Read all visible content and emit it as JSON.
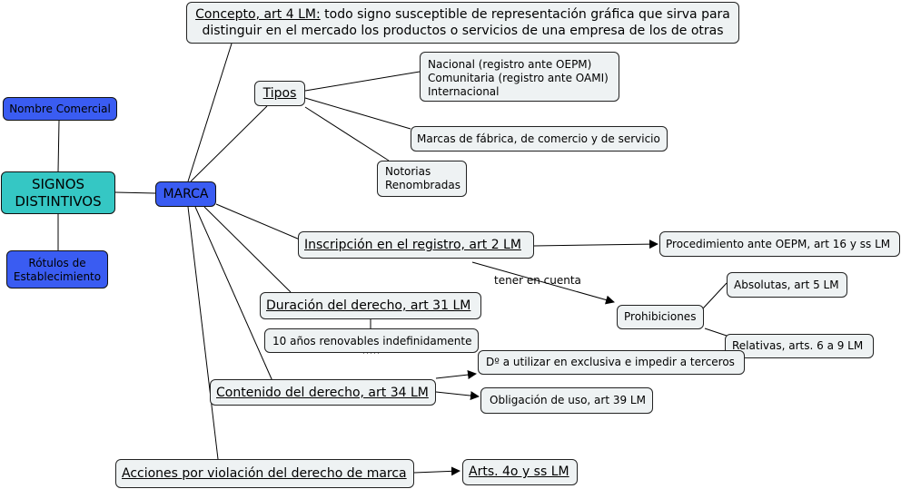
{
  "nodes": {
    "concepto": {
      "title": "Concepto, art 4 LM:",
      "text1": "todo signo susceptible de representación gráfica que sirva para",
      "text2": "distinguir en el mercado los productos o servicios de una empresa de los de otras"
    },
    "tipos": "Tipos",
    "tipos_geo": [
      "Nacional (registro ante OEPM)",
      "Comunitaria (registro ante OAMI)",
      "Internacional"
    ],
    "marcas_fabrica": "Marcas de fábrica, de comercio y de servicio",
    "notorias": [
      "Notorias",
      "Renombradas"
    ],
    "nombre_comercial": "Nombre Comercial",
    "signos": [
      "SIGNOS",
      "DISTINTIVOS"
    ],
    "marca": "MARCA",
    "rotulos": [
      "Rótulos de",
      "Establecimiento"
    ],
    "inscripcion": "Inscripción en el registro, art 2 LM",
    "procedimiento": "Procedimiento ante OEPM, art 16 y ss LM",
    "tener_en_cuenta": "tener en cuenta",
    "prohibiciones": "Prohibiciones",
    "absolutas": "Absolutas, art 5 LM",
    "relativas": "Relativas, arts. 6 a 9 LM",
    "duracion": "Duración del derecho, art 31 LM",
    "diez_anos": "10 años renovables indefinidamente",
    "contenido": "Contenido del derecho, art 34 LM",
    "do_utilizar": "Dº a utilizar en exclusiva e impedir a terceros",
    "obligacion": "Obligación de uso, art 39 LM",
    "acciones": "Acciones por violación del derecho de marca",
    "arts4o": "Arts. 4o y ss LM"
  },
  "colors": {
    "blue_node": "#3a5cf2",
    "teal_node": "#35c7c4",
    "light_node": "#eef2f3",
    "line": "#000000"
  }
}
